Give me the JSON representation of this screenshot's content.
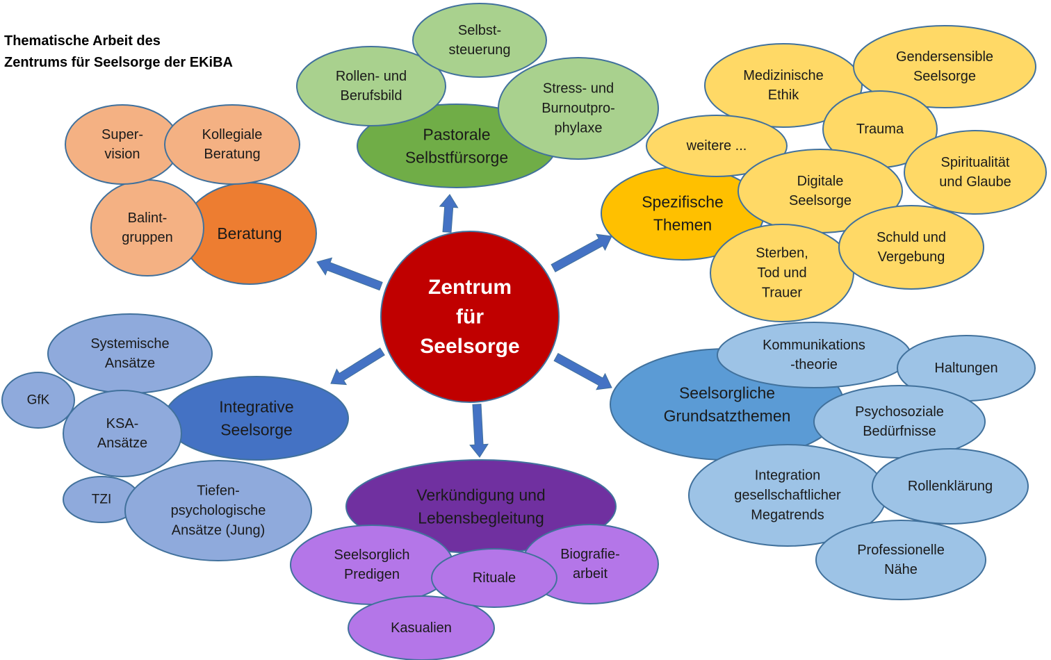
{
  "title": "Thematische Arbeit des\nZentrums für Seelsorge der EKiBA",
  "colors": {
    "connector": "#4472c4",
    "stroke": "#41719c",
    "center": "#c00000",
    "beratung_main": "#ed7d31",
    "beratung_sub": "#f4b183",
    "selbst_main": "#70ad47",
    "selbst_sub": "#a9d18e",
    "spez_main": "#ffc000",
    "spez_sub": "#ffd966",
    "integ_main": "#4472c4",
    "integ_sub": "#8faadc",
    "grund_main": "#5b9bd5",
    "grund_sub": "#9dc3e6",
    "verk_main": "#7030a0",
    "verk_sub": "#b476e8"
  },
  "center": {
    "lines": [
      "Zentrum",
      "für",
      "Seelsorge"
    ]
  },
  "groups": [
    {
      "id": "pastorale-selbstfuersorge",
      "main": {
        "lines": [
          "Pastorale",
          "Selbstfürsorge"
        ]
      },
      "subs": [
        {
          "lines": [
            "Rollen- und",
            "Berufsbild"
          ]
        },
        {
          "lines": [
            "Selbst-",
            "steuerung"
          ]
        },
        {
          "lines": [
            "Stress- und",
            "Burnoutpro-",
            "phylaxe"
          ]
        }
      ]
    },
    {
      "id": "beratung",
      "main": {
        "lines": [
          "Beratung"
        ]
      },
      "subs": [
        {
          "lines": [
            "Super-",
            "vision"
          ]
        },
        {
          "lines": [
            "Kollegiale",
            "Beratung"
          ]
        },
        {
          "lines": [
            "Balint-",
            "gruppen"
          ]
        }
      ]
    },
    {
      "id": "spezifische-themen",
      "main": {
        "lines": [
          "Spezifische",
          "Themen"
        ]
      },
      "subs": [
        {
          "lines": [
            "Medizinische",
            "Ethik"
          ]
        },
        {
          "lines": [
            "Gendersensible",
            "Seelsorge"
          ]
        },
        {
          "lines": [
            "weitere ..."
          ]
        },
        {
          "lines": [
            "Trauma"
          ]
        },
        {
          "lines": [
            "Spiritualität",
            "und Glaube"
          ]
        },
        {
          "lines": [
            "Digitale",
            "Seelsorge"
          ]
        },
        {
          "lines": [
            "Sterben,",
            "Tod und",
            "Trauer"
          ]
        },
        {
          "lines": [
            "Schuld und",
            "Vergebung"
          ]
        }
      ]
    },
    {
      "id": "integrative-seelsorge",
      "main": {
        "lines": [
          "Integrative",
          "Seelsorge"
        ]
      },
      "subs": [
        {
          "lines": [
            "Systemische",
            "Ansätze"
          ]
        },
        {
          "lines": [
            "GfK"
          ]
        },
        {
          "lines": [
            "KSA-",
            "Ansätze"
          ]
        },
        {
          "lines": [
            "TZI"
          ]
        },
        {
          "lines": [
            "Tiefen-",
            "psychologische",
            "Ansätze (Jung)"
          ]
        }
      ]
    },
    {
      "id": "seelsorgliche-grundsatzthemen",
      "main": {
        "lines": [
          "Seelsorgliche",
          "Grundsatzthemen"
        ]
      },
      "subs": [
        {
          "lines": [
            "Kommunikations",
            "-theorie"
          ]
        },
        {
          "lines": [
            "Haltungen"
          ]
        },
        {
          "lines": [
            "Psychosoziale",
            "Bedürfnisse"
          ]
        },
        {
          "lines": [
            "Integration",
            "gesellschaftlicher",
            "Megatrends"
          ]
        },
        {
          "lines": [
            "Rollenklärung"
          ]
        },
        {
          "lines": [
            "Professionelle",
            "Nähe"
          ]
        }
      ]
    },
    {
      "id": "verkuendigung-und-lebensbegleitung",
      "main": {
        "lines": [
          "Verkündigung und",
          "Lebensbegleitung"
        ]
      },
      "subs": [
        {
          "lines": [
            "Seelsorglich",
            "Predigen"
          ]
        },
        {
          "lines": [
            "Biografie-",
            "arbeit"
          ]
        },
        {
          "lines": [
            "Kasualien"
          ]
        },
        {
          "lines": [
            "Rituale"
          ]
        }
      ]
    }
  ]
}
